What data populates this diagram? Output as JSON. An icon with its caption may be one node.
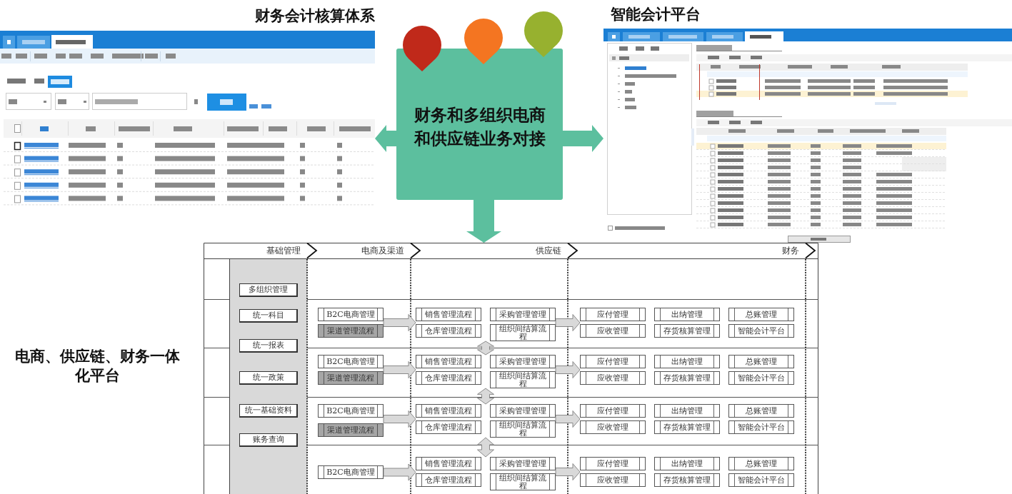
{
  "diagram": {
    "nodes": [
      {
        "text": [
          "财务和多组织电商和供应链业务对接"
        ]
      },
      {
        "text": [
          "财务会计核算体系"
        ]
      },
      {
        "text": [
          "智能会计平台"
        ]
      },
      {
        "text": [],
        "shape": "box",
        "beside": [
          "电商、供应链、财务一体化平台"
        ]
      },
      {
        "text": [
          "基础管理"
        ],
        "in": 3
      },
      {
        "text": [
          "电商及渠道"
        ],
        "in": 3
      },
      {
        "text": [
          "供应链"
        ],
        "in": 3
      },
      {
        "text": [
          "财务"
        ],
        "in": 3
      },
      {
        "text": [
          "多组织管理"
        ],
        "in": 3
      },
      {
        "text": [
          "统一科目"
        ],
        "in": 3
      },
      {
        "text": [
          "统一报表"
        ],
        "in": 3
      },
      {
        "text": [
          "统一政策"
        ],
        "in": 3
      },
      {
        "text": [
          "统一基础资料"
        ],
        "in": 3
      },
      {
        "text": [
          "账务查询"
        ],
        "in": 3
      },
      {
        "text": [
          "B2C电商管理"
        ],
        "in": 3
      },
      {
        "text": [
          "渠道管理流程"
        ],
        "in": 3
      },
      {
        "text": [
          "销售管理流程"
        ],
        "in": 3
      },
      {
        "text": [
          "仓库管理流程"
        ],
        "in": 3
      },
      {
        "text": [
          "采购管理管理"
        ],
        "in": 3
      },
      {
        "text": [
          "组织间结算流程"
        ],
        "in": 3
      },
      {
        "text": [
          "应付管理"
        ],
        "in": 3
      },
      {
        "text": [
          "应收管理"
        ],
        "in": 3
      },
      {
        "text": [
          "出纳管理"
        ],
        "in": 3
      },
      {
        "text": [
          "存货核算管理"
        ],
        "in": 3
      },
      {
        "text": [
          "总账管理"
        ],
        "in": 3
      },
      {
        "text": [
          "智能会计平台"
        ],
        "in": 3
      },
      {
        "text": [
          "B2C电商管理"
        ],
        "in": 3
      },
      {
        "text": [
          "渠道管理流程"
        ],
        "in": 3
      },
      {
        "text": [
          "销售管理流程"
        ],
        "in": 3
      },
      {
        "text": [
          "仓库管理流程"
        ],
        "in": 3
      },
      {
        "text": [
          "采购管理管理"
        ],
        "in": 3
      },
      {
        "text": [
          "组织间结算流程"
        ],
        "in": 3
      },
      {
        "text": [
          "应付管理"
        ],
        "in": 3
      },
      {
        "text": [
          "应收管理"
        ],
        "in": 3
      },
      {
        "text": [
          "出纳管理"
        ],
        "in": 3
      },
      {
        "text": [
          "存货核算管理"
        ],
        "in": 3
      },
      {
        "text": [
          "总账管理"
        ],
        "in": 3
      },
      {
        "text": [
          "智能会计平台"
        ],
        "in": 3
      },
      {
        "text": [
          "B2C电商管理"
        ],
        "in": 3
      },
      {
        "text": [
          "渠道管理流程"
        ],
        "in": 3
      },
      {
        "text": [
          "销售管理流程"
        ],
        "in": 3
      },
      {
        "text": [
          "仓库管理流程"
        ],
        "in": 3
      },
      {
        "text": [
          "采购管理管理"
        ],
        "in": 3
      },
      {
        "text": [
          "组织间结算流程"
        ],
        "in": 3
      },
      {
        "text": [
          "应付管理"
        ],
        "in": 3
      },
      {
        "text": [
          "应收管理"
        ],
        "in": 3
      },
      {
        "text": [
          "出纳管理"
        ],
        "in": 3
      },
      {
        "text": [
          "存货核算管理"
        ],
        "in": 3
      },
      {
        "text": [
          "总账管理"
        ],
        "in": 3
      },
      {
        "text": [
          "智能会计平台"
        ],
        "in": 3
      },
      {
        "text": [
          "B2C电商管理"
        ],
        "in": 3
      },
      {
        "text": [
          "销售管理流程"
        ],
        "in": 3
      },
      {
        "text": [
          "仓库管理流程"
        ],
        "in": 3
      },
      {
        "text": [
          "采购管理管理"
        ],
        "in": 3
      },
      {
        "text": [
          "组织间结算流程"
        ],
        "in": 3
      },
      {
        "text": [
          "应付管理"
        ],
        "in": 3
      },
      {
        "text": [
          "应收管理"
        ],
        "in": 3
      },
      {
        "text": [
          "出纳管理"
        ],
        "in": 3
      },
      {
        "text": [
          "存货核算管理"
        ],
        "in": 3
      },
      {
        "text": [
          "总账管理"
        ],
        "in": 3
      },
      {
        "text": [
          "智能会计平台"
        ],
        "in": 3
      }
    ],
    "edges": [
      {
        "from": 0,
        "to": 1,
        "arrow": "to",
        "color": "#5cbf9e"
      },
      {
        "from": 0,
        "to": 2,
        "arrow": "to",
        "color": "#5cbf9e"
      },
      {
        "from": 0,
        "to": 3,
        "arrow": "to",
        "color": "#5cbf9e"
      },
      {
        "from": 14,
        "to": 16,
        "arrow": "to"
      },
      {
        "from": 14,
        "to": 17,
        "arrow": "to"
      },
      {
        "from": 15,
        "to": 16,
        "arrow": "to"
      },
      {
        "from": 15,
        "to": 17,
        "arrow": "to"
      },
      {
        "from": 18,
        "to": 20,
        "arrow": "to"
      },
      {
        "from": 18,
        "to": 21,
        "arrow": "to"
      },
      {
        "from": 19,
        "to": 20,
        "arrow": "to"
      },
      {
        "from": 19,
        "to": 21,
        "arrow": "to"
      },
      {
        "from": 26,
        "to": 28,
        "arrow": "to"
      },
      {
        "from": 26,
        "to": 29,
        "arrow": "to"
      },
      {
        "from": 27,
        "to": 28,
        "arrow": "to"
      },
      {
        "from": 27,
        "to": 29,
        "arrow": "to"
      },
      {
        "from": 30,
        "to": 32,
        "arrow": "to"
      },
      {
        "from": 30,
        "to": 33,
        "arrow": "to"
      },
      {
        "from": 31,
        "to": 32,
        "arrow": "to"
      },
      {
        "from": 31,
        "to": 33,
        "arrow": "to"
      },
      {
        "from": 38,
        "to": 40,
        "arrow": "to"
      },
      {
        "from": 38,
        "to": 41,
        "arrow": "to"
      },
      {
        "from": 39,
        "to": 40,
        "arrow": "to"
      },
      {
        "from": 39,
        "to": 41,
        "arrow": "to"
      },
      {
        "from": 42,
        "to": 44,
        "arrow": "to"
      },
      {
        "from": 42,
        "to": 45,
        "arrow": "to"
      },
      {
        "from": 43,
        "to": 44,
        "arrow": "to"
      },
      {
        "from": 43,
        "to": 45,
        "arrow": "to"
      },
      {
        "from": 50,
        "to": 51,
        "arrow": "to"
      },
      {
        "from": 50,
        "to": 52,
        "arrow": "to"
      },
      {
        "from": 53,
        "to": 55,
        "arrow": "to"
      },
      {
        "from": 53,
        "to": 56,
        "arrow": "to"
      },
      {
        "from": 54,
        "to": 55,
        "arrow": "to"
      },
      {
        "from": 54,
        "to": 56,
        "arrow": "to"
      },
      {
        "from": 17,
        "to": 28,
        "arrow": "both"
      },
      {
        "from": 17,
        "to": 30,
        "arrow": "both"
      },
      {
        "from": 19,
        "to": 28,
        "arrow": "both"
      },
      {
        "from": 19,
        "to": 30,
        "arrow": "both"
      },
      {
        "from": 29,
        "to": 40,
        "arrow": "both"
      },
      {
        "from": 29,
        "to": 42,
        "arrow": "both"
      },
      {
        "from": 31,
        "to": 40,
        "arrow": "both"
      },
      {
        "from": 31,
        "to": 42,
        "arrow": "both"
      },
      {
        "from": 41,
        "to": 51,
        "arrow": "both"
      },
      {
        "from": 41,
        "to": 53,
        "arrow": "both"
      },
      {
        "from": 43,
        "to": 51,
        "arrow": "both"
      },
      {
        "from": 43,
        "to": 53,
        "arrow": "both"
      }
    ]
  }
}
